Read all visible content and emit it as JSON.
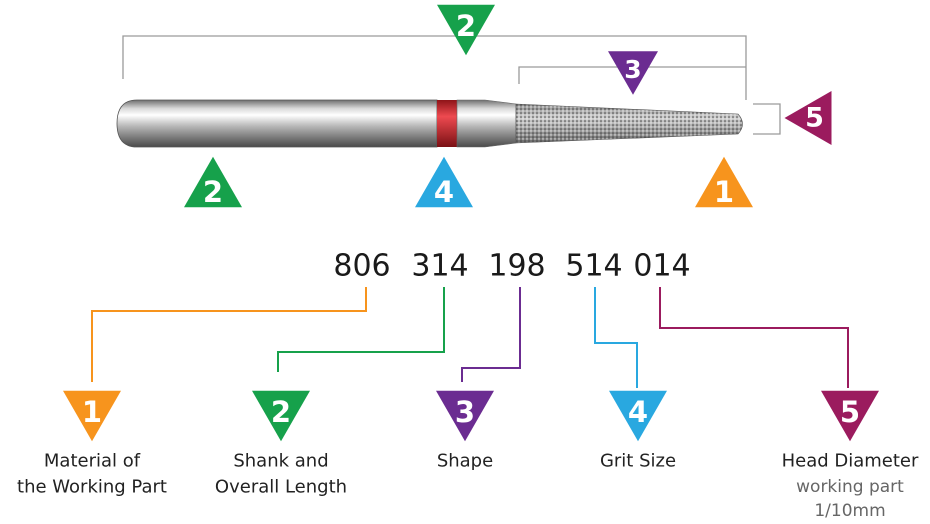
{
  "code": {
    "segments": [
      "806",
      "314",
      "198",
      "514",
      "014"
    ]
  },
  "legend": [
    {
      "num": "1",
      "color": "#F7941D",
      "label_lines": [
        "Material of",
        "the Working Part"
      ],
      "sub_lines": []
    },
    {
      "num": "2",
      "color": "#16A14B",
      "label_lines": [
        "Shank and",
        "Overall Length"
      ],
      "sub_lines": []
    },
    {
      "num": "3",
      "color": "#6B2C91",
      "label_lines": [
        "Shape"
      ],
      "sub_lines": []
    },
    {
      "num": "4",
      "color": "#29A8E0",
      "label_lines": [
        "Grit Size"
      ],
      "sub_lines": []
    },
    {
      "num": "5",
      "color": "#9B1B5E",
      "label_lines": [
        "Head Diameter"
      ],
      "sub_lines": [
        "working part",
        "1/10mm"
      ]
    }
  ],
  "bur_markers": [
    {
      "num": "2",
      "color": "#16A14B"
    },
    {
      "num": "3",
      "color": "#6B2C91"
    },
    {
      "num": "5",
      "color": "#9B1B5E"
    },
    {
      "num": "2",
      "color": "#16A14B"
    },
    {
      "num": "4",
      "color": "#29A8E0"
    },
    {
      "num": "1",
      "color": "#F7941D"
    }
  ],
  "colors": {
    "bracket": "#9a9a9a",
    "band": "#D8262E",
    "code_text": "#1a1a1a",
    "label_text": "#222222",
    "sub_text": "#666666"
  }
}
